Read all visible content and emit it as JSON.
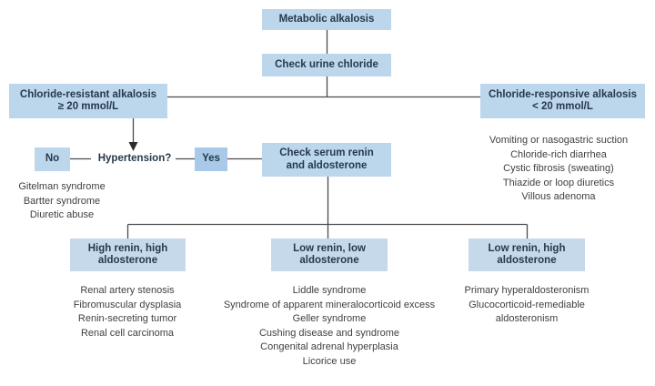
{
  "nodes": {
    "metabolic": {
      "label": "Metabolic alkalosis"
    },
    "check_urine": {
      "label": "Check urine chloride"
    },
    "resistant": {
      "line1": "Chloride-resistant alkalosis",
      "line2": "≥ 20 mmol/L"
    },
    "responsive": {
      "line1": "Chloride-responsive alkalosis",
      "line2": "< 20 mmol/L"
    },
    "no": {
      "label": "No"
    },
    "hypertension": {
      "label": "Hypertension?"
    },
    "yes": {
      "label": "Yes"
    },
    "check_serum": {
      "line1": "Check serum renin",
      "line2": "and aldosterone"
    },
    "high_renin_high_aldo": {
      "line1": "High renin, high",
      "line2": "aldosterone"
    },
    "low_renin_low_aldo": {
      "line1": "Low renin, low",
      "line2": "aldosterone"
    },
    "low_renin_high_aldo": {
      "line1": "Low renin, high",
      "line2": "aldosterone"
    }
  },
  "lists": {
    "responsive_causes": [
      "Vomiting or nasogastric suction",
      "Chloride-rich diarrhea",
      "Cystic fibrosis (sweating)",
      "Thiazide or loop diuretics",
      "Villous adenoma"
    ],
    "no_hypertension_causes": [
      "Gitelman syndrome",
      "Bartter syndrome",
      "Diuretic abuse"
    ],
    "high_renin_high_aldo_causes": [
      "Renal artery stenosis",
      "Fibromuscular dysplasia",
      "Renin-secreting tumor",
      "Renal cell carcinoma"
    ],
    "low_renin_low_aldo_causes": [
      "Liddle syndrome",
      "Syndrome of apparent mineralocorticoid excess",
      "Geller syndrome",
      "Cushing disease and syndrome",
      "Congenital adrenal hyperplasia",
      "Licorice use"
    ],
    "low_renin_high_aldo_causes": [
      "Primary hyperaldosteronism",
      "Glucocorticoid-remediable aldosteronism"
    ]
  },
  "colors": {
    "node_fill": "#bcd6ec",
    "node_fill_bottom": "#c6d9eb",
    "yes_fill": "#a8c9e7",
    "node_text": "#26394a",
    "body_text": "#3f3f3f",
    "line": "#4c4c4c",
    "background": "#ffffff"
  }
}
